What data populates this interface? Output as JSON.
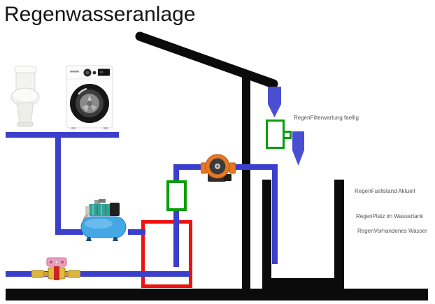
{
  "title": "Regenwasseranlage",
  "labels": {
    "filter_maintenance": "RegenFilterwartung faellig",
    "fill_level": "RegenFuellstand Aktuell",
    "tank_space": "RegenPlatz im Wassertank",
    "available_water": "RegenVorhandenes Wasser"
  },
  "colors": {
    "pipe_blue": "#3b3fcb",
    "arrow_blue": "#4a4fd2",
    "sensor_green": "#0a9e0a",
    "alarm_red": "#ee1111",
    "structure_black": "#0b0b0b",
    "vessel_blue": "#4aa6e6",
    "pump_orange": "#e87722",
    "valve_brass": "#dcb33c",
    "valve_handle_pink": "#eda0c0",
    "label_gray": "#555555"
  }
}
